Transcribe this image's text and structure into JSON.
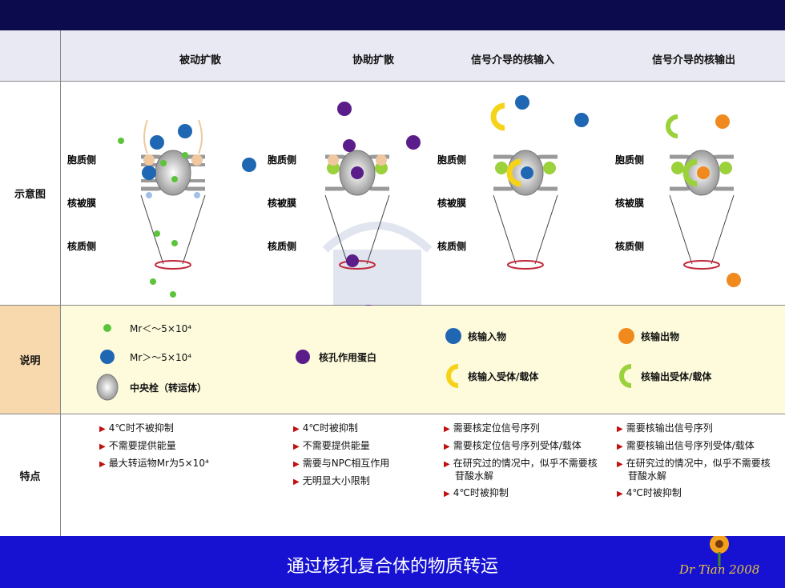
{
  "caption": "通过核孔复合体的物质转运",
  "signature": "Dr Tian 2008",
  "columns": [
    "被动扩散",
    "协助扩散",
    "信号介导的核输入",
    "信号介导的核输出"
  ],
  "rows": {
    "diagram": "示意图",
    "legend": "说明",
    "features": "特点"
  },
  "side_labels": {
    "cytoplasm": "胞质侧",
    "envelope": "核被膜",
    "nucleus": "核质侧"
  },
  "legend": {
    "small": "Mr＜～5×10⁴",
    "large": "Mr＞～5×10⁴",
    "plug": "中央栓（转运体）",
    "npc_protein": "核孔作用蛋白",
    "import_cargo": "核输入物",
    "import_receptor": "核输入受体/载体",
    "export_cargo": "核输出物",
    "export_receptor": "核输出受体/载体"
  },
  "features": [
    [
      "4℃时不被抑制",
      "不需要提供能量",
      "最大转运物Mr为5×10⁴"
    ],
    [
      "4℃时被抑制",
      "不需要提供能量",
      "需要与NPC相互作用",
      "无明显大小限制"
    ],
    [
      "需要核定位信号序列",
      "需要核定位信号序列受体/载体",
      "在研究过的情况中，似乎不需要核苷酸水解",
      "4℃时被抑制"
    ],
    [
      "需要核输出信号序列",
      "需要核输出信号序列受体/载体",
      "在研究过的情况中，似乎不需要核苷酸水解",
      "4℃时被抑制"
    ]
  ],
  "colors": {
    "small": "#5cc43a",
    "large": "#1f67b3",
    "npc": "#5a1d8a",
    "import": "#1f67b3",
    "export": "#f08a1e",
    "import_receptor": "#f5d31a",
    "export_receptor": "#9bd13a",
    "ring": "#c0283a",
    "title_bar": "#0b0b4e",
    "footer": "#1712d2"
  }
}
